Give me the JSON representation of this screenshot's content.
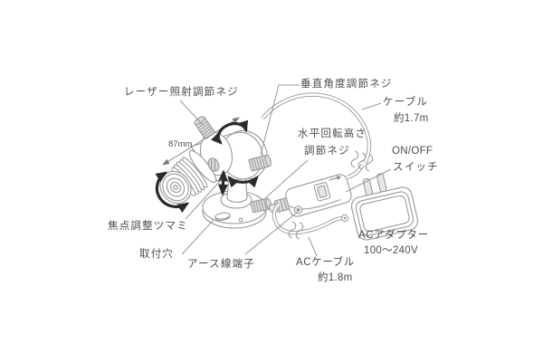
{
  "labels": {
    "laser_screw": {
      "text": "レーザー照射調節ネジ"
    },
    "vertical_screw": {
      "text": "垂直角度調節ネジ"
    },
    "cable": {
      "text": "ケーブル"
    },
    "cable_length": {
      "text": "約1.7m"
    },
    "horizontal_screw_line1": {
      "text": "水平回転高さ"
    },
    "horizontal_screw_line2": {
      "text": "調節ネジ"
    },
    "power": {
      "text": "ON/OFF"
    },
    "power_switch": {
      "text": "スイッチ"
    },
    "dimension": {
      "text": "87mm"
    },
    "focus_knob": {
      "text": "焦点調整ツマミ"
    },
    "mount_hole": {
      "text": "取付穴"
    },
    "earth_terminal": {
      "text": "アース線端子"
    },
    "ac_cable": {
      "text": "ACケーブル"
    },
    "ac_cable_length": {
      "text": "約1.8m"
    },
    "ac_adapter": {
      "text": "ACアダプター"
    },
    "ac_adapter_voltage": {
      "text": "100〜240V"
    }
  },
  "colors": {
    "background": "#ffffff",
    "line": "#999999",
    "arrow": "#2b2b2b",
    "text": "#4d4d4d",
    "metal_fill": "#dcdcdc"
  }
}
